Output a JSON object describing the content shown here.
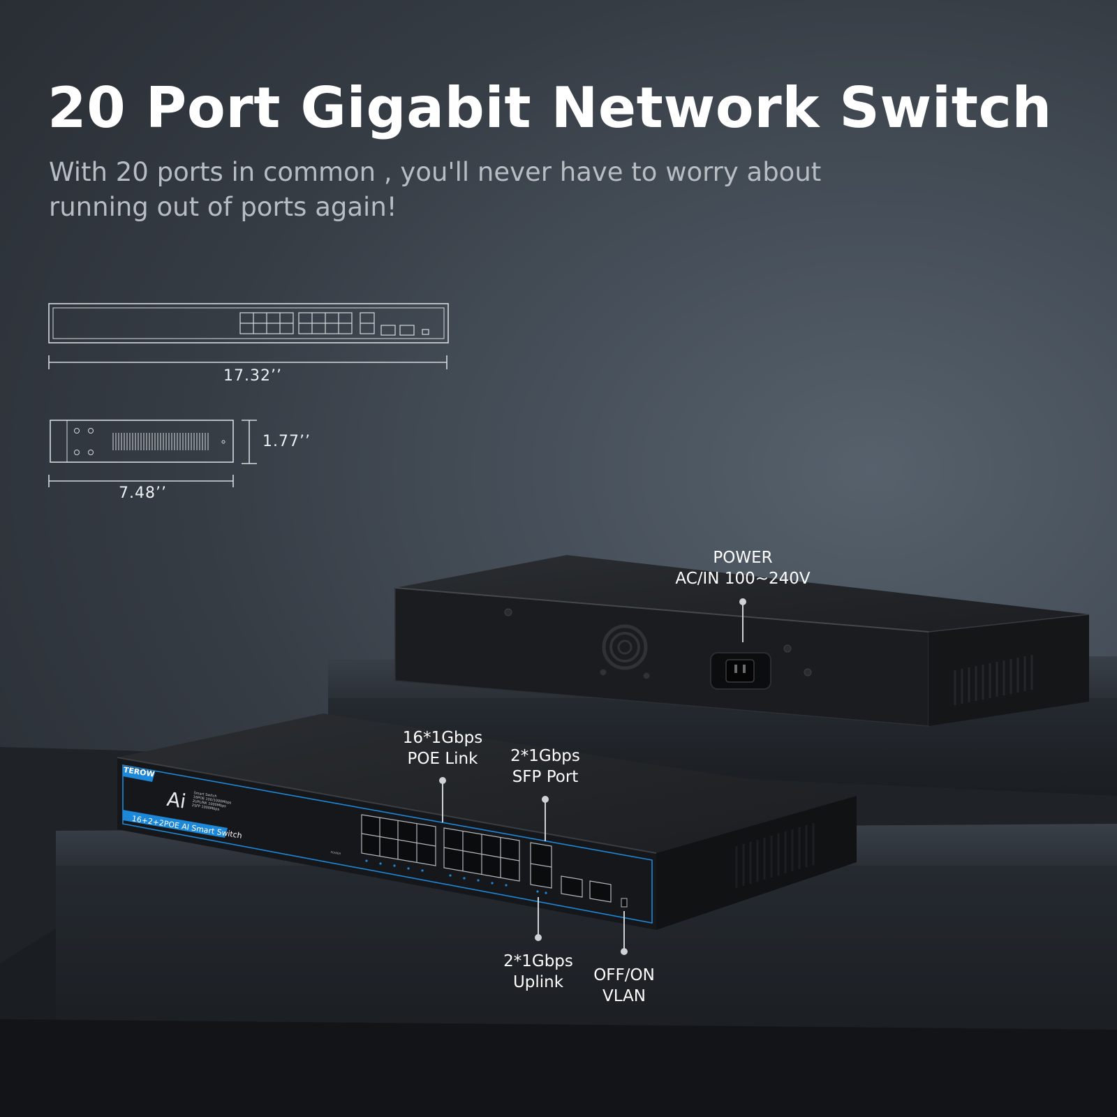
{
  "hero": {
    "title": "20 Port Gigabit Network Switch",
    "subtitle": "With 20 ports in common , you'll never have to worry about running out of ports again!"
  },
  "dimensions": {
    "width": "17.32’’",
    "height": "1.77’’",
    "depth": "7.48’’"
  },
  "device": {
    "brand": "TEROW",
    "logo_text": "Ai",
    "badge": "16+2+2POE AI Smart Switch",
    "spec_lines": [
      "Smart Switch",
      "16POE 100/1000Mbps",
      "2UPLINK 1000Mbps",
      "2SFP 1000Mbps"
    ],
    "power_led_label": "POWER"
  },
  "callouts": {
    "power": [
      "POWER",
      "AC/IN 100~240V"
    ],
    "poe": [
      "16*1Gbps",
      "POE Link"
    ],
    "sfp": [
      "2*1Gbps",
      "SFP Port"
    ],
    "uplink": [
      "2*1Gbps",
      "Uplink"
    ],
    "vlan": [
      "OFF/ON",
      "VLAN"
    ]
  },
  "colors": {
    "accent_blue": "#1e88d8",
    "text": "#ffffff"
  }
}
